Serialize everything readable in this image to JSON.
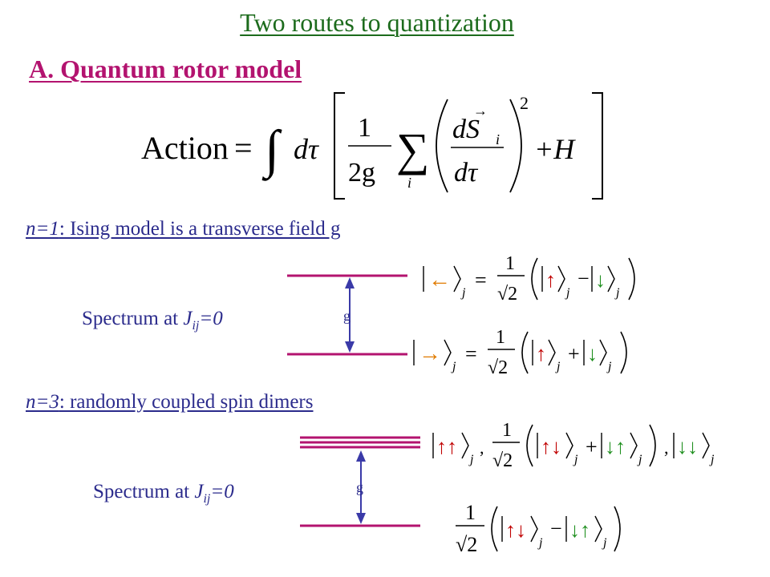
{
  "slide": {
    "title": "Two routes to quantization",
    "subtitle": "A. Quantum rotor model"
  },
  "action": {
    "label": "Action",
    "equals": "=",
    "integral_measure": "dτ",
    "frac_num": "1",
    "frac_den": "2g",
    "sum_index": "i",
    "deriv_num": "dS",
    "deriv_sub": "i",
    "deriv_den": "dτ",
    "power": "2",
    "hamiltonian": "+H"
  },
  "ising": {
    "heading_italic": "n=1",
    "heading_rest": ": Ising model is a transverse field g",
    "spectrum_label": "Spectrum at ",
    "spectrum_var": "J",
    "spectrum_sub": "ij",
    "spectrum_val": "=0",
    "gap_label": "g",
    "upper_state": {
      "ket": "←",
      "sub": "j",
      "eq": "=",
      "num": "1",
      "den": "√2",
      "a": "↑",
      "op": "−",
      "b": "↓"
    },
    "lower_state": {
      "ket": "→",
      "sub": "j",
      "eq": "=",
      "num": "1",
      "den": "√2",
      "a": "↑",
      "op": "+",
      "b": "↓"
    }
  },
  "dimers": {
    "heading_italic": "n=3",
    "heading_rest": ": randomly coupled spin dimers",
    "spectrum_label": "Spectrum at ",
    "spectrum_var": "J",
    "spectrum_sub": "ij",
    "spectrum_val": "=0",
    "gap_label": "g",
    "triplet": {
      "k1": "↑↑",
      "sub": "j",
      "comma": ",",
      "num": "1",
      "den": "√2",
      "a": "↑↓",
      "op": "+",
      "b": "↓↑",
      "k3": "↓↓"
    },
    "singlet": {
      "num": "1",
      "den": "√2",
      "a": "↑↓",
      "op": "−",
      "b": "↓↑",
      "sub": "j"
    }
  },
  "colors": {
    "title": "#1c6b1c",
    "subtitle": "#b3136f",
    "text": "#2b2b8c",
    "level": "#b3136f",
    "arrow": "#3a3aa8",
    "up_arrow": "#c00000",
    "down_arrow": "#1f8f1f",
    "side_arrow": "#e07b00"
  }
}
